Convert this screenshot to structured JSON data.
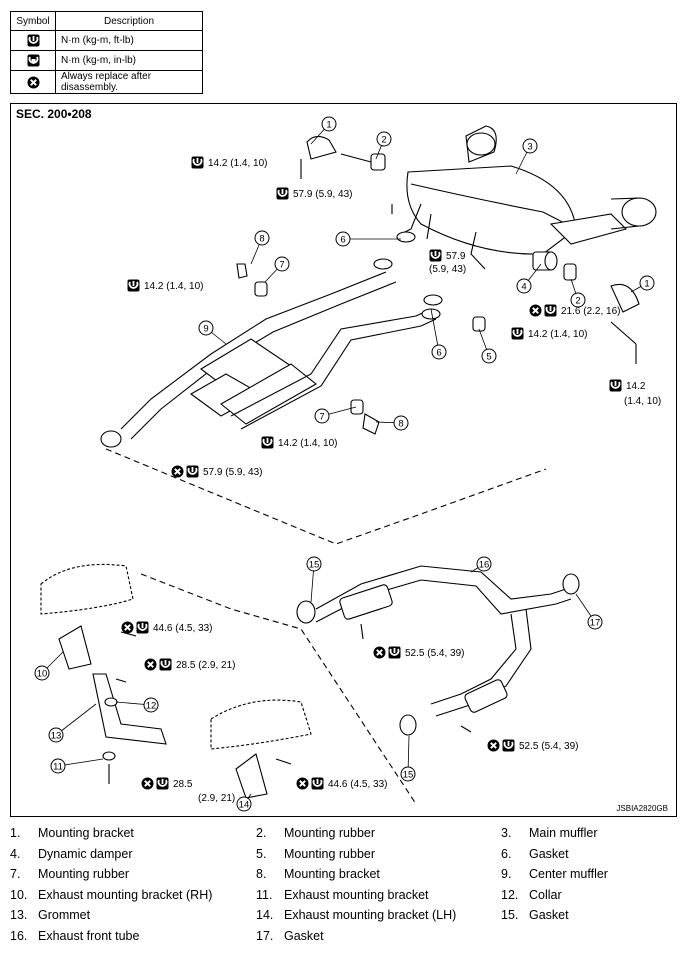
{
  "legend": {
    "header_symbol": "Symbol",
    "header_description": "Description",
    "rows": [
      {
        "icon": "torque-wrench-icon",
        "text": "N·m (kg-m, ft-lb)"
      },
      {
        "icon": "torque-wrench-inlb-icon",
        "text": "N·m (kg-m, in-lb)"
      },
      {
        "icon": "replace-x-icon",
        "text": "Always replace after disassembly."
      }
    ]
  },
  "diagram": {
    "section": "SEC. 200•208",
    "code": "JSBIA2820GB",
    "callouts": [
      "1",
      "2",
      "3",
      "8",
      "7",
      "6",
      "9",
      "4",
      "2",
      "1",
      "6",
      "5",
      "7",
      "8",
      "15",
      "16",
      "17",
      "10",
      "12",
      "11",
      "13",
      "15",
      "14"
    ],
    "torques": [
      {
        "text": "14.2 (1.4, 10)",
        "replace": false
      },
      {
        "text": "57.9 (5.9, 43)",
        "replace": false
      },
      {
        "text": "14.2 (1.4, 10)",
        "replace": false
      },
      {
        "text": "57.9",
        "replace": false
      },
      {
        "text": "(5.9, 43)",
        "replace": false
      },
      {
        "text": "21.6 (2.2, 16)",
        "replace": true
      },
      {
        "text": "14.2 (1.4, 10)",
        "replace": false
      },
      {
        "text": "14.2",
        "replace": false
      },
      {
        "text": "(1.4, 10)",
        "replace": false
      },
      {
        "text": "14.2 (1.4, 10)",
        "replace": false
      },
      {
        "text": "57.9 (5.9, 43)",
        "replace": true
      },
      {
        "text": "44.6 (4.5, 33)",
        "replace": true
      },
      {
        "text": "52.5 (5.4, 39)",
        "replace": true
      },
      {
        "text": "28.5 (2.9, 21)",
        "replace": true
      },
      {
        "text": "52.5 (5.4, 39)",
        "replace": true
      },
      {
        "text": "28.5",
        "replace": true
      },
      {
        "text": "(2.9, 21)",
        "replace": false
      },
      {
        "text": "44.6 (4.5, 33)",
        "replace": true
      }
    ]
  },
  "parts": [
    {
      "num": "1.",
      "name": "Mounting bracket"
    },
    {
      "num": "2.",
      "name": "Mounting rubber"
    },
    {
      "num": "3.",
      "name": "Main muffler"
    },
    {
      "num": "4.",
      "name": "Dynamic damper"
    },
    {
      "num": "5.",
      "name": "Mounting rubber"
    },
    {
      "num": "6.",
      "name": "Gasket"
    },
    {
      "num": "7.",
      "name": "Mounting rubber"
    },
    {
      "num": "8.",
      "name": "Mounting bracket"
    },
    {
      "num": "9.",
      "name": "Center muffler"
    },
    {
      "num": "10.",
      "name": "Exhaust mounting bracket (RH)"
    },
    {
      "num": "11.",
      "name": "Exhaust mounting bracket"
    },
    {
      "num": "12.",
      "name": "Collar"
    },
    {
      "num": "13.",
      "name": "Grommet"
    },
    {
      "num": "14.",
      "name": "Exhaust mounting bracket (LH)"
    },
    {
      "num": "15.",
      "name": "Gasket"
    },
    {
      "num": "16.",
      "name": "Exhaust front tube"
    },
    {
      "num": "17.",
      "name": "Gasket"
    }
  ]
}
